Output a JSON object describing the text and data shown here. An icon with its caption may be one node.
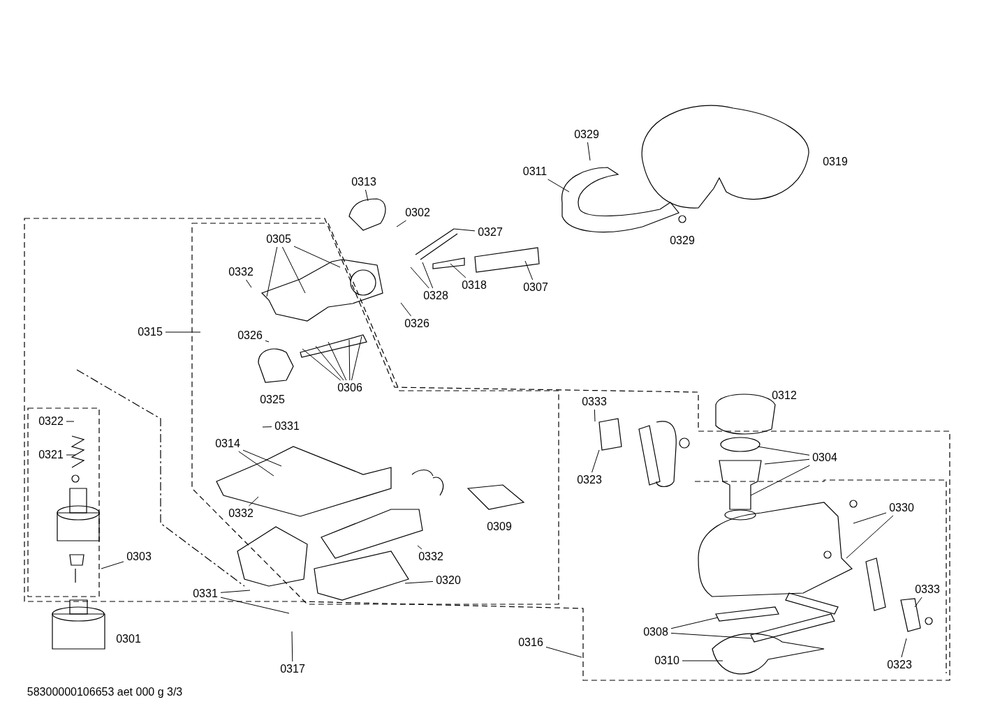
{
  "diagram": {
    "nodes": [
      {
        "text": [
          "0329"
        ]
      },
      {
        "text": [
          "0311"
        ]
      },
      {
        "text": [
          "0313"
        ]
      },
      {
        "text": [
          "0302"
        ]
      },
      {
        "text": [
          "0327"
        ]
      },
      {
        "text": [
          "0305"
        ]
      },
      {
        "text": [
          "0332"
        ]
      },
      {
        "text": [
          "0318"
        ]
      },
      {
        "text": [
          "0307"
        ]
      },
      {
        "text": [
          "0328"
        ]
      },
      {
        "text": [
          "0326"
        ]
      },
      {
        "text": [
          "0315"
        ]
      },
      {
        "text": [
          "0326"
        ]
      },
      {
        "text": [
          "0306"
        ]
      },
      {
        "text": [
          "0333"
        ]
      },
      {
        "text": [
          "0322"
        ]
      },
      {
        "text": [
          "0331"
        ]
      },
      {
        "text": [
          "0314"
        ]
      },
      {
        "text": [
          "0321"
        ]
      },
      {
        "text": [
          "0304"
        ]
      },
      {
        "text": [
          "0323"
        ]
      },
      {
        "text": [
          "0330"
        ]
      },
      {
        "text": [
          "0332"
        ]
      },
      {
        "text": [
          "0303"
        ]
      },
      {
        "text": [
          "0332"
        ]
      },
      {
        "text": [
          "0320"
        ]
      },
      {
        "text": [
          "0333"
        ]
      },
      {
        "text": [
          "0331"
        ]
      },
      {
        "text": [
          "0308"
        ]
      },
      {
        "text": [
          "0316"
        ]
      },
      {
        "text": [
          "0310"
        ]
      },
      {
        "text": [
          "0323"
        ]
      },
      {
        "text": [
          "0317"
        ]
      }
    ],
    "edges": [
      {
        "from": 0,
        "to": null,
        "arrow": "none"
      },
      {
        "from": 1,
        "to": null,
        "arrow": "none"
      },
      {
        "from": 2,
        "to": null,
        "arrow": "none"
      },
      {
        "from": 3,
        "to": null,
        "arrow": "none"
      },
      {
        "from": 4,
        "to": null,
        "arrow": "none"
      },
      {
        "from": 5,
        "to": null,
        "arrow": "none"
      },
      {
        "from": 5,
        "to": null,
        "arrow": "none"
      },
      {
        "from": 5,
        "to": null,
        "arrow": "none"
      },
      {
        "from": 6,
        "to": null,
        "arrow": "none"
      },
      {
        "from": 7,
        "to": null,
        "arrow": "none"
      },
      {
        "from": 8,
        "to": null,
        "arrow": "none"
      },
      {
        "from": 9,
        "to": null,
        "arrow": "none"
      },
      {
        "from": 9,
        "to": null,
        "arrow": "none"
      },
      {
        "from": 10,
        "to": null,
        "arrow": "none"
      },
      {
        "from": 11,
        "to": null,
        "arrow": "none"
      },
      {
        "from": 12,
        "to": null,
        "arrow": "none"
      },
      {
        "from": 13,
        "to": null,
        "arrow": "none"
      },
      {
        "from": 13,
        "to": null,
        "arrow": "none"
      },
      {
        "from": 13,
        "to": null,
        "arrow": "none"
      },
      {
        "from": 13,
        "to": null,
        "arrow": "none"
      },
      {
        "from": 13,
        "to": null,
        "arrow": "none"
      },
      {
        "from": 14,
        "to": null,
        "arrow": "none"
      },
      {
        "from": 15,
        "to": null,
        "arrow": "none"
      },
      {
        "from": 16,
        "to": null,
        "arrow": "none"
      },
      {
        "from": 17,
        "to": null,
        "arrow": "none"
      },
      {
        "from": 17,
        "to": null,
        "arrow": "none"
      },
      {
        "from": 18,
        "to": null,
        "arrow": "none"
      },
      {
        "from": 19,
        "to": null,
        "arrow": "none"
      },
      {
        "from": 19,
        "to": null,
        "arrow": "none"
      },
      {
        "from": 19,
        "to": null,
        "arrow": "none"
      },
      {
        "from": 20,
        "to": null,
        "arrow": "none"
      },
      {
        "from": 21,
        "to": null,
        "arrow": "none"
      },
      {
        "from": 21,
        "to": null,
        "arrow": "none"
      },
      {
        "from": 22,
        "to": null,
        "arrow": "none"
      },
      {
        "from": 23,
        "to": null,
        "arrow": "none"
      },
      {
        "from": 24,
        "to": null,
        "arrow": "none"
      },
      {
        "from": 25,
        "to": null,
        "arrow": "none"
      },
      {
        "from": 26,
        "to": null,
        "arrow": "none"
      },
      {
        "from": 27,
        "to": null,
        "arrow": "none"
      },
      {
        "from": 27,
        "to": null,
        "arrow": "none"
      },
      {
        "from": 28,
        "to": null,
        "arrow": "none"
      },
      {
        "from": 28,
        "to": null,
        "arrow": "none"
      },
      {
        "from": 29,
        "to": null,
        "arrow": "none"
      },
      {
        "from": 30,
        "to": null,
        "arrow": "none"
      },
      {
        "from": 31,
        "to": null,
        "arrow": "none"
      },
      {
        "from": 32,
        "to": null,
        "arrow": "none"
      }
    ],
    "labels": [
      "0319",
      "0329",
      "0312",
      "0325",
      "0309",
      "0301",
      "58300000106653 aet 000 g 3/3"
    ]
  }
}
